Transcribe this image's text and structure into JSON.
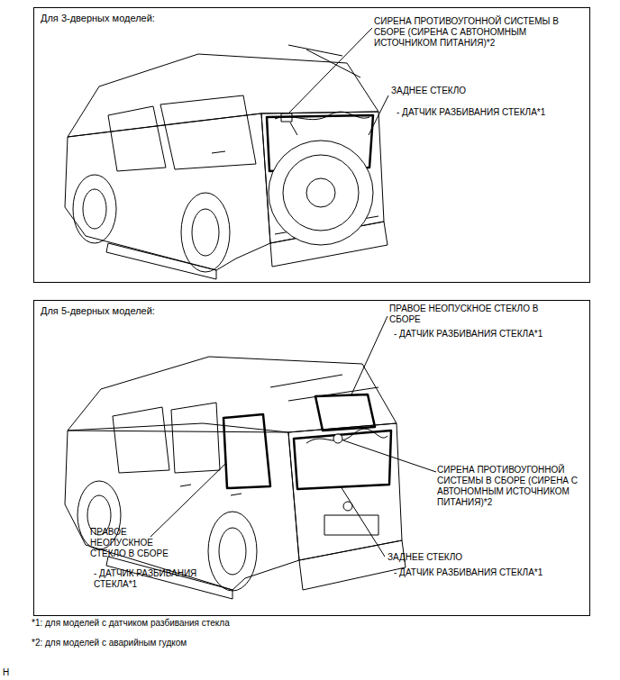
{
  "diagram": {
    "nodes": [
      {
        "text": [
          "Для 3-дверных моделей:"
        ]
      },
      {
        "text": [
          "Для 5-дверных моделей:"
        ]
      }
    ],
    "labels": [
      "СИРЕНА ПРОТИВОУГОННОЙ СИСТЕМЫ В СБОРЕ (СИРЕНА С АВТОНОМНЫМ ИСТОЧНИКОМ ПИТАНИЯ)*2",
      "ЗАДНЕЕ СТЕКЛО",
      "- ДАТЧИК РАЗБИВАНИЯ СТЕКЛА*1",
      "ПРАВОЕ НЕОПУСКНОЕ СТЕКЛО В СБОРЕ",
      "- ДАТЧИК РАЗБИВАНИЯ СТЕКЛА*1",
      "СИРЕНА ПРОТИВОУГОННОЙ СИСТЕМЫ В СБОРЕ (СИРЕНА С АВТОНОМНЫМ ИСТОЧНИКОМ ПИТАНИЯ)*2",
      "ПРАВОЕ НЕОПУСКНОЕ СТЕКЛО В СБОРЕ",
      "- ДАТЧИК РАЗБИВАНИЯ СТЕКЛА*1",
      "ЗАДНЕЕ СТЕКЛО",
      "- ДАТЧИК РАЗБИВАНИЯ СТЕКЛА*1",
      "*1: для моделей с датчиком разбивания стекла",
      "*2: для моделей с аварийным гудком",
      "H"
    ]
  }
}
